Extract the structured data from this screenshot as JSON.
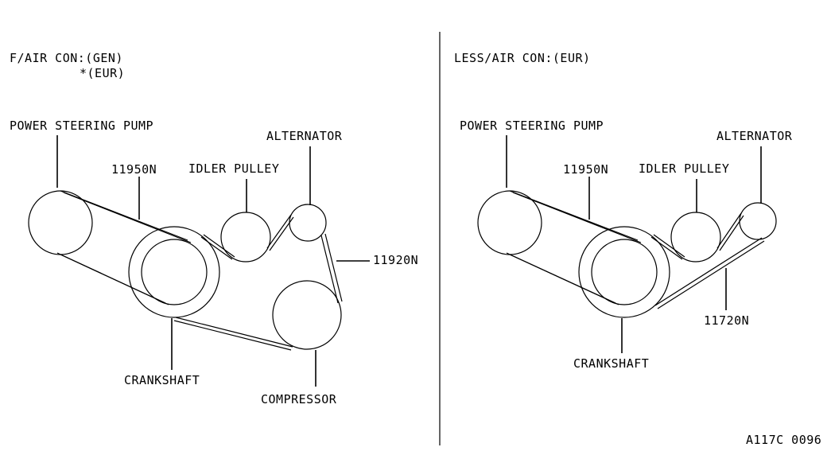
{
  "left_panel": {
    "heading_line1": "F/AIR CON:(GEN)",
    "heading_line2": "*(EUR)",
    "labels": {
      "power_steering_pump": "POWER STEERING PUMP",
      "belt_ps": "11950N",
      "idler_pulley": "IDLER PULLEY",
      "alternator": "ALTERNATOR",
      "belt_alt": "11920N",
      "crankshaft": "CRANKSHAFT",
      "compressor": "COMPRESSOR"
    }
  },
  "right_panel": {
    "heading": "LESS/AIR CON:(EUR)",
    "labels": {
      "power_steering_pump": "POWER STEERING PUMP",
      "belt_ps": "11950N",
      "idler_pulley": "IDLER PULLEY",
      "alternator": "ALTERNATOR",
      "belt_alt": "11720N",
      "crankshaft": "CRANKSHAFT"
    }
  },
  "figure_code": "A117C 0096"
}
